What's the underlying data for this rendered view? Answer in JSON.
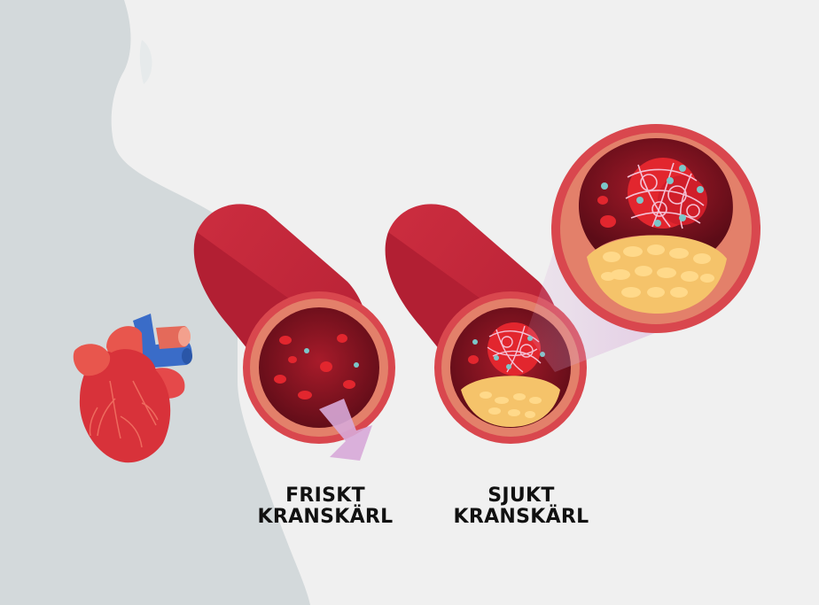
{
  "labels": {
    "healthy": {
      "line1": "FRISKT",
      "line2": "KRANSKÄRL"
    },
    "sick": {
      "line1": "SJUKT",
      "line2": "KRANSKÄRL"
    }
  },
  "colors": {
    "background": "#f0f0f0",
    "silhouette": "#d3d9db",
    "vessel_outer": "#c62a3e",
    "vessel_wall": "#d9474e",
    "vessel_inner_ring": "#e3806a",
    "lumen": "#7e1220",
    "blood_cell": "#e2262e",
    "plaque": "#f5c36a",
    "plaque_cell": "#ffd98a",
    "clot_fiber": "#f4c0d4",
    "platelet": "#7cc6c9",
    "heart": "#d8323a",
    "vein": "#3a6cc8",
    "artery": "#e46a5a",
    "arrow": "#d7a8d8",
    "text": "#111111"
  }
}
